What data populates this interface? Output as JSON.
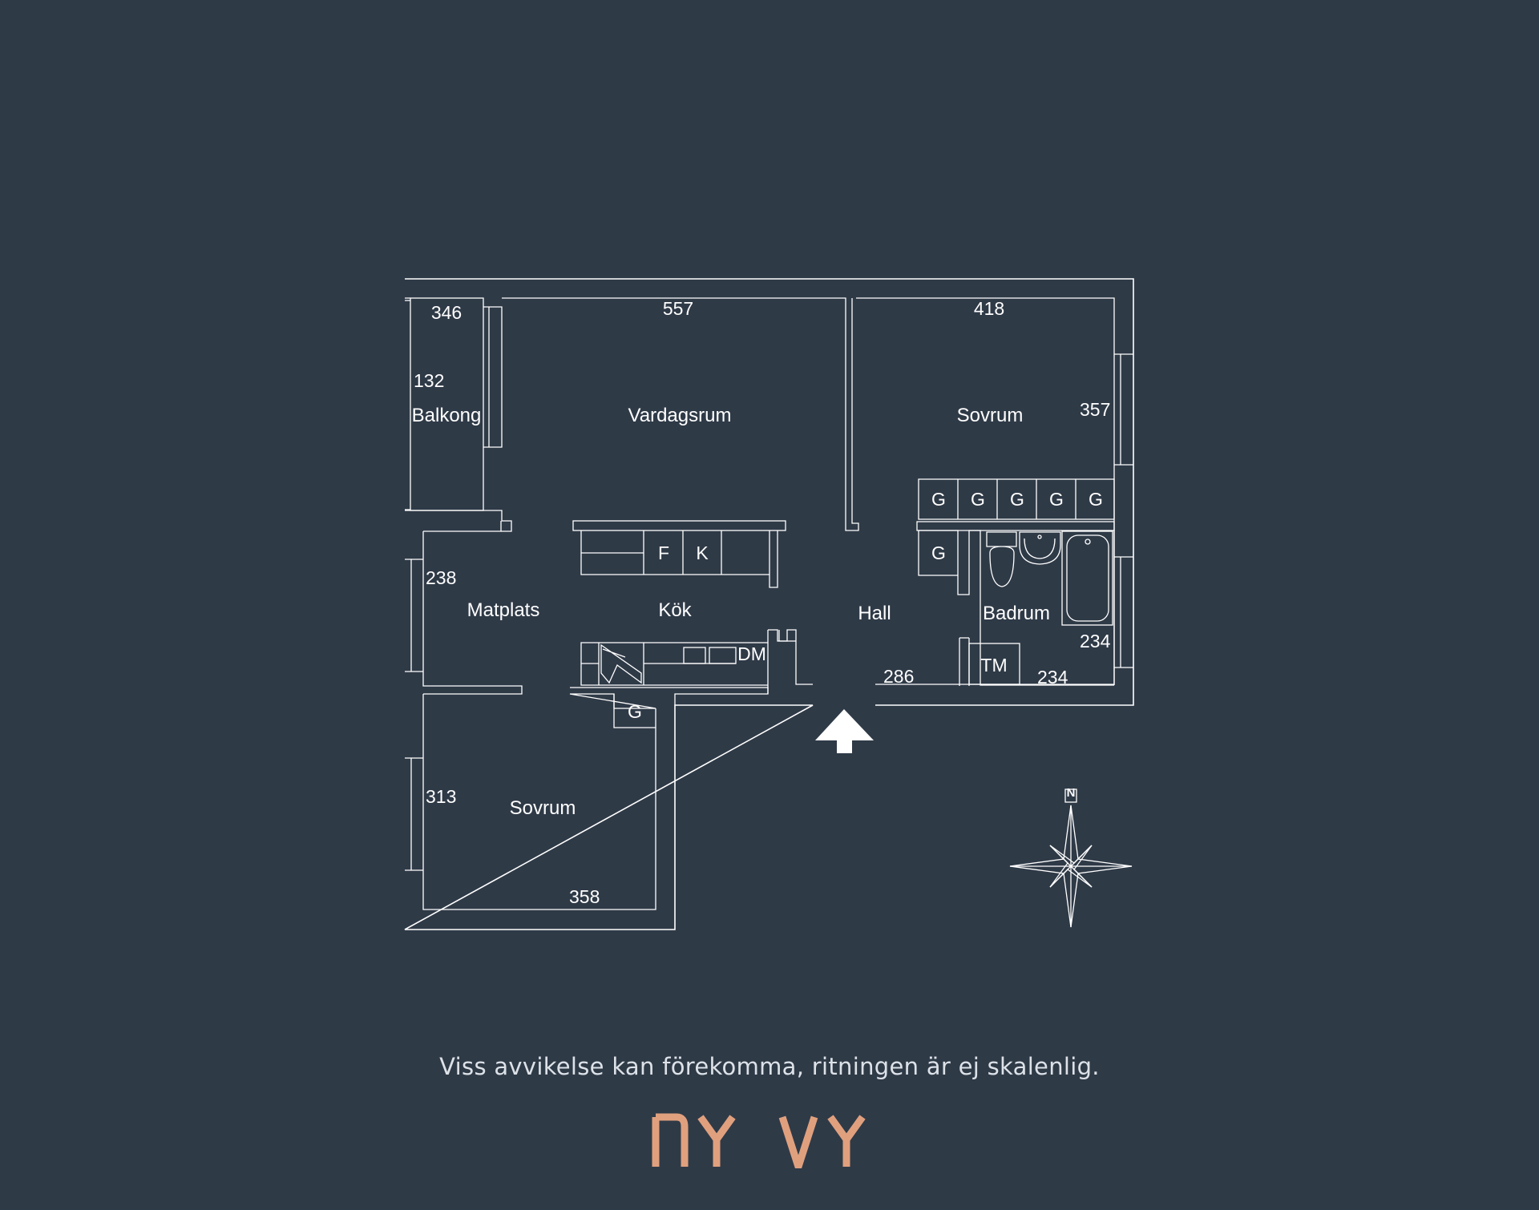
{
  "floorplan": {
    "rooms": {
      "balcony": "Balkong",
      "living_room": "Vardagsrum",
      "bedroom_right": "Sovrum",
      "dining": "Matplats",
      "kitchen": "Kök",
      "hall": "Hall",
      "bathroom": "Badrum",
      "bedroom_left": "Sovrum"
    },
    "dimensions": {
      "balcony_w": "346",
      "balcony_d": "132",
      "living_w": "557",
      "bedroom_right_w": "418",
      "bedroom_right_d": "357",
      "dining_d": "238",
      "hall_w": "286",
      "bath_d": "234",
      "bath_w": "234",
      "bedroom_left_d": "313",
      "bedroom_left_w": "358"
    },
    "fixtures": {
      "wardrobe": "G",
      "fridge": "F",
      "freezer": "K",
      "dishwasher": "DM",
      "washer": "TM"
    },
    "compass": "N"
  },
  "disclaimer": "Viss avvikelse kan förekomma, ritningen är ej skalenlig.",
  "brand": {
    "name": "NY VY",
    "color": "#e0a07e"
  },
  "colors": {
    "background": "#2f3a47",
    "lines": "#ffffff"
  }
}
